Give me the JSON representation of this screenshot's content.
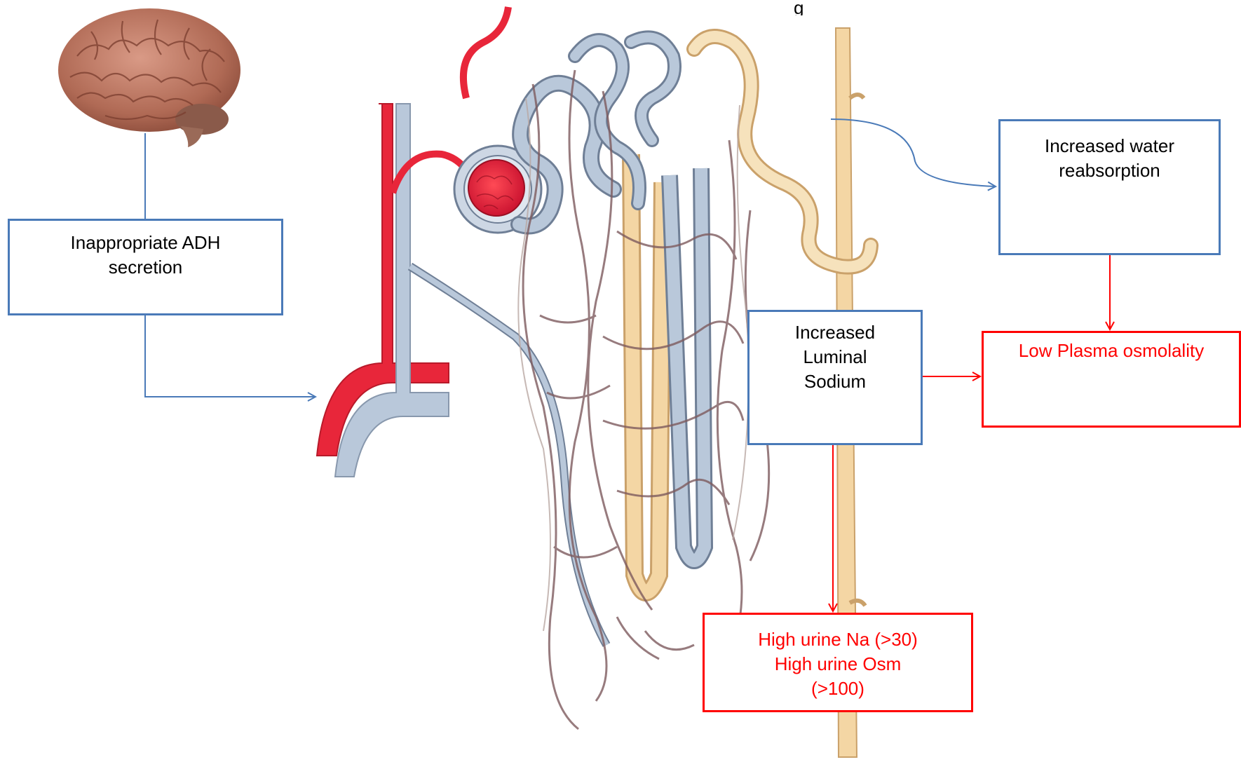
{
  "diagram": {
    "top_text_fragment": "g",
    "brain": {
      "icon": "brain-icon"
    },
    "nephron": {
      "icon": "nephron-illustration"
    },
    "boxes": {
      "adh": {
        "lines": [
          "Inappropriate ADH",
          "secretion"
        ]
      },
      "water": {
        "lines": [
          "Increased water",
          "reabsorption"
        ]
      },
      "sodium": {
        "lines": [
          "Increased",
          "Luminal",
          "Sodium"
        ]
      },
      "plasma": {
        "lines": [
          "Low Plasma osmolality"
        ]
      },
      "urine": {
        "lines": [
          "High urine Na (>30)",
          "High urine Osm",
          "(>100)"
        ]
      }
    },
    "colors": {
      "blue_arrow": "#4a7ab8",
      "red_arrow": "#ff0000",
      "artery": "#e8263a",
      "vein": "#b9c8da",
      "duct": "#f4d6a4"
    }
  }
}
